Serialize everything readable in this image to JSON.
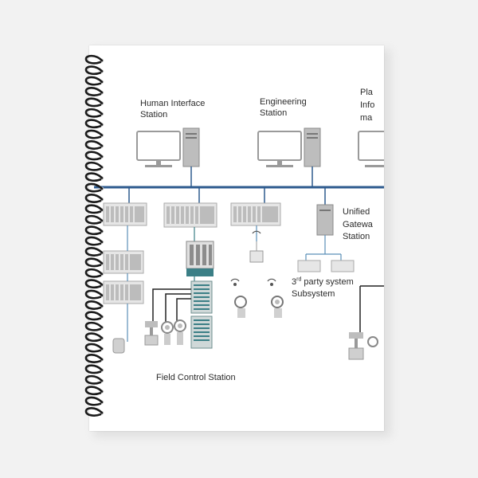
{
  "labels": {
    "human_interface": "Human Interface\nStation",
    "engineering": "Engineering\nStation",
    "plant_info_1": "Pla",
    "plant_info_2": "Info",
    "plant_info_3": "ma",
    "unified_1": "Unified",
    "unified_2": "Gatewa",
    "unified_3": "Station",
    "third_party_sup": "rd",
    "third_party_rest": " party system",
    "subsystem": "Subsystem",
    "field_control": "Field Control Station",
    "third_party_num": "3"
  },
  "colors": {
    "bus": "#2d5a8e",
    "wire_blue": "#5b8fb8",
    "wire_teal": "#3b7f86",
    "device_gray": "#bdbdbd",
    "device_dark": "#6f6f6f",
    "coil": "#1a1a1a",
    "page": "#ffffff",
    "background": "#f2f2f2"
  },
  "icons": {
    "binding": "spiral-coil-icon",
    "workstation": "desktop-computer-icon",
    "rack": "io-rack-icon",
    "sensor": "wireless-sensor-icon",
    "valve": "control-valve-icon",
    "meter": "pressure-gauge-icon"
  }
}
